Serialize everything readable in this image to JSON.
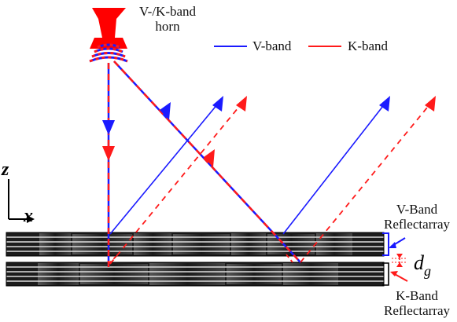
{
  "horn": {
    "label_line1": "V-/K-band",
    "label_line2": "horn"
  },
  "legend": {
    "v_label": "V-band",
    "k_label": "K-band"
  },
  "axes": {
    "z": "z",
    "x": "x"
  },
  "v_reflectarray": {
    "line1": "V-Band",
    "line2": "Reflectarray"
  },
  "k_reflectarray": {
    "line1": "K-Band",
    "line2": "Reflectarray"
  },
  "gap": {
    "symbol": "d",
    "subscript": "g"
  },
  "colors": {
    "v_band": "#1a1aff",
    "k_band": "#ff1a1a",
    "horn": "#ff0000",
    "array_dark": "#1a1a1a"
  }
}
